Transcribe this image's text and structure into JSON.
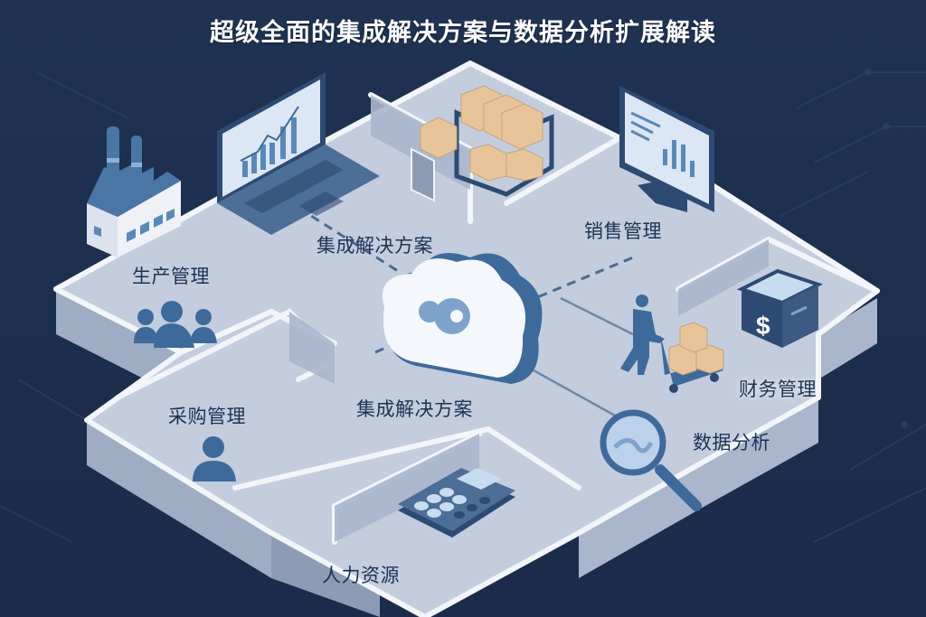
{
  "title": "超级全面的集成解决方案与数据分析扩展解读",
  "colors": {
    "background": "#1d3050",
    "floor": "#c3cddd",
    "wall_top": "#f2f5fa",
    "wall_side": "#9fadc4",
    "icon_primary": "#3d6a9a",
    "icon_dark": "#2d4a72",
    "label_text": "#1c3352",
    "box": "#e8c49a"
  },
  "labels": {
    "production": "生产管理",
    "integration_top": "集成解决方案",
    "integration_center": "集成解决方案",
    "sales": "销售管理",
    "finance": "财务管理",
    "data_analysis": "数据分析",
    "procurement": "采购管理",
    "human_resources": "人力资源"
  },
  "icons": [
    {
      "name": "factory-icon",
      "room": "production"
    },
    {
      "name": "people-group-icon",
      "room": "production"
    },
    {
      "name": "laptop-chart-icon",
      "room": "integration"
    },
    {
      "name": "warehouse-boxes-icon",
      "room": "warehouse"
    },
    {
      "name": "monitor-chart-icon",
      "room": "sales"
    },
    {
      "name": "cloud-gear-icon",
      "room": "center"
    },
    {
      "name": "worker-cart-icon",
      "room": "logistics"
    },
    {
      "name": "safe-dollar-icon",
      "room": "finance"
    },
    {
      "name": "magnifier-icon",
      "room": "data_analysis"
    },
    {
      "name": "person-icon",
      "room": "procurement"
    },
    {
      "name": "calculator-icon",
      "room": "human_resources"
    }
  ]
}
